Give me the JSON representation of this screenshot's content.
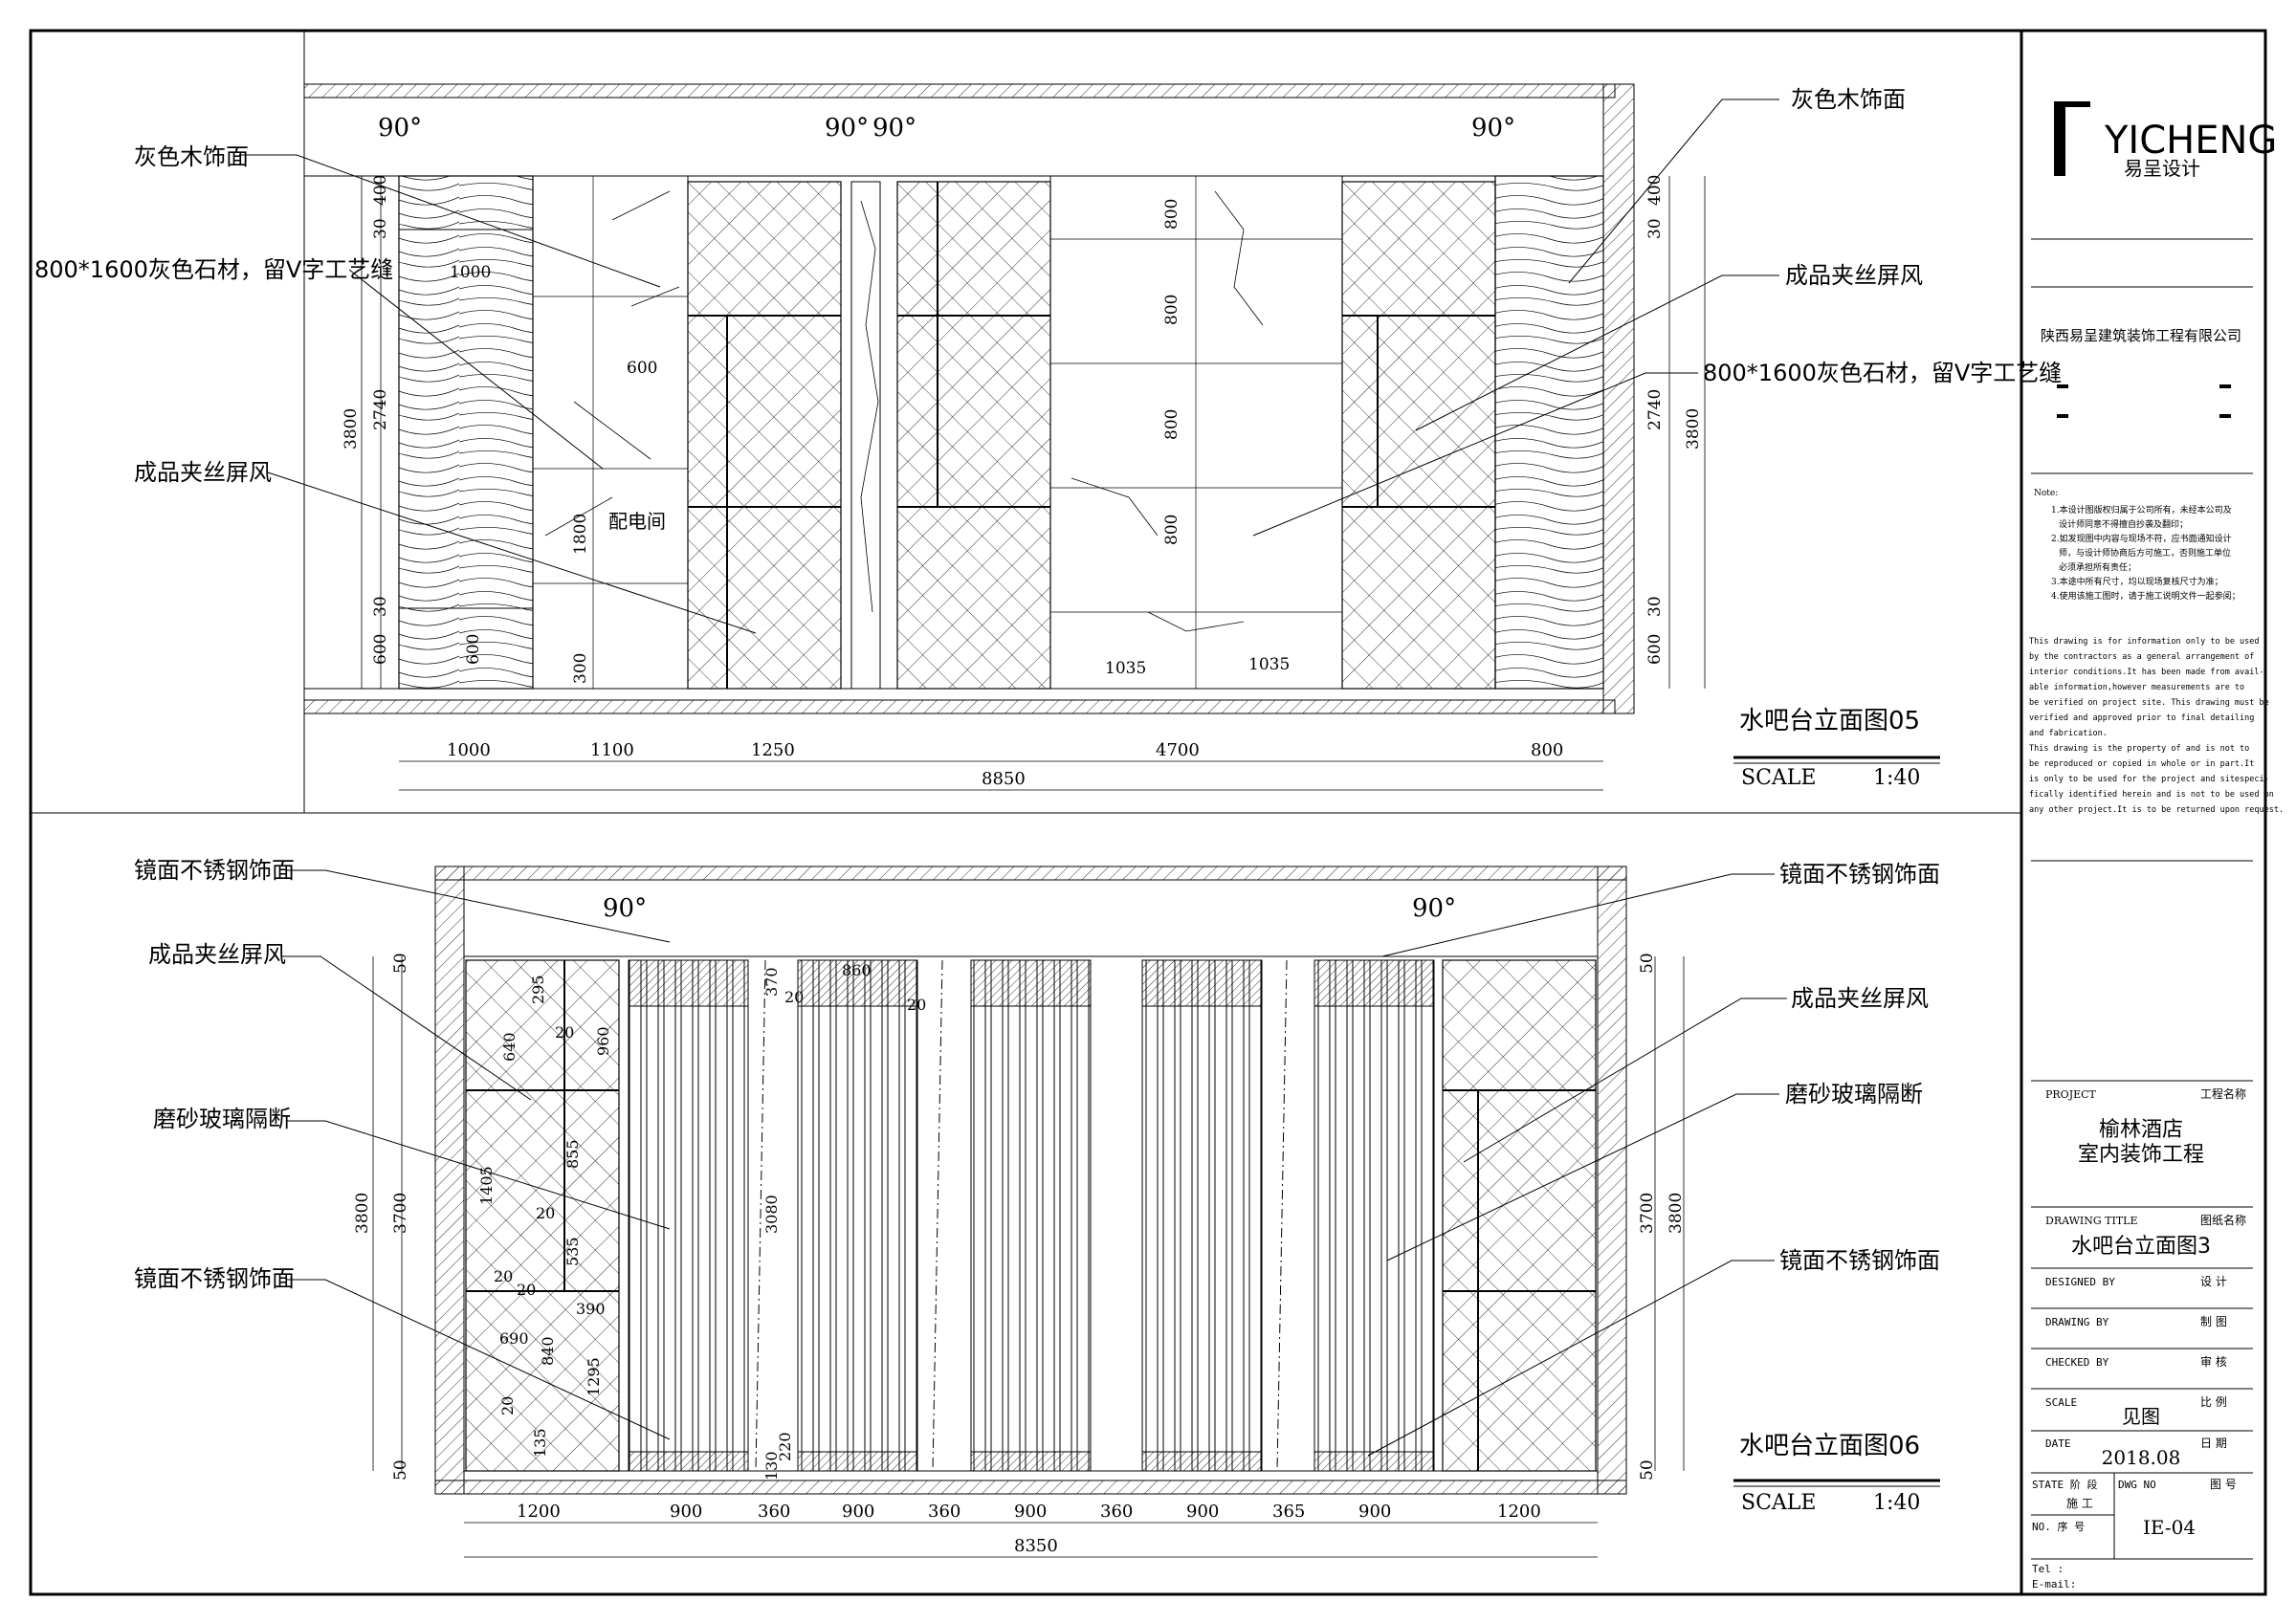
{
  "company": {
    "logo_text": "YICHENG",
    "logo_sub": "易呈设计",
    "name": "陕西易呈建筑装饰工程有限公司"
  },
  "notes_cn": {
    "title": "Note:",
    "lines": [
      "1.本设计图版权归属于公司所有，未经本公司及",
      "设计师同意不得擅自抄袭及翻印；",
      "2.如发现图中内容与现场不符，应书面通知设计",
      "师，与设计师协商后方可施工，否则施工单位",
      "必须承担所有责任；",
      "3.本途中所有尺寸，均以现场复核尺寸为准；",
      "4.使用该施工图时，请于施工说明文件一起参阅；"
    ]
  },
  "notes_en": [
    "This drawing is for information only to be used",
    "by the contractors as a general arrangement of",
    "interior conditions.It has been made from avail-",
    "able  information,however measurements are to",
    "be verified on project site. This drawing must be",
    "verified and approved prior to final detailing",
    "and fabrication.",
    "  This drawing is the property of and is not to",
    "be reproduced or copied in whole or in part.It",
    "is only to be used for the project  and sitespeci-",
    "fically  identified herein and is not to be used on",
    "any other project.It is to be returned upon request."
  ],
  "title_block": {
    "project_label": "PROJECT",
    "project_label_cn": "工程名称",
    "project_name_1": "榆林酒店",
    "project_name_2": "室内装饰工程",
    "drawing_title_label": "DRAWING TITLE",
    "drawing_title_label_cn": "图纸名称",
    "drawing_title": "水吧台立面图3",
    "designed_by": "DESIGNED  BY",
    "designed_cn": "设    计",
    "drawing_by": "DRAWING  BY",
    "drawing_cn": "制    图",
    "checked_by": "CHECKED  BY",
    "checked_cn": "审    核",
    "scale_label": "SCALE",
    "scale_cn": "比    例",
    "scale_value": "见图",
    "date_label": "DATE",
    "date_cn": "日    期",
    "date_value": "2018.08",
    "state_label": "STATE 阶   段",
    "state_value": "施   工",
    "dwg_label": "DWG NO",
    "dwg_cn": "图   号",
    "no_label": "NO.  序   号",
    "dwg_value": "IE-04",
    "tel": "Tel :",
    "email": "E-mail:"
  },
  "top_view": {
    "title": "水吧台立面图05",
    "scale_label": "SCALE",
    "scale_value": "1:40",
    "labels": {
      "wood_left": "灰色木饰面",
      "stone_left": "800*1600灰色石材，留V字工艺缝",
      "screen_left": "成品夹丝屏风",
      "wood_right": "灰色木饰面",
      "screen_right": "成品夹丝屏风",
      "stone_right": "800*1600灰色石材，留V字工艺缝",
      "room": "配电间"
    },
    "angles": [
      "90°",
      "90°",
      "90°",
      "90°"
    ],
    "dims_bottom": [
      "1000",
      "1100",
      "1250",
      "4700",
      "800"
    ],
    "dim_total": "8850",
    "dims_vertical_left": [
      "400",
      "30",
      "2740",
      "30",
      "600",
      "3800"
    ],
    "dims_inner": [
      "1000",
      "600",
      "1800",
      "300",
      "600",
      "800",
      "800",
      "800",
      "800",
      "1035",
      "1035"
    ],
    "dims_vertical_right": [
      "400",
      "30",
      "2740",
      "30",
      "600",
      "3800"
    ]
  },
  "bottom_view": {
    "title": "水吧台立面图06",
    "scale_label": "SCALE",
    "scale_value": "1:40",
    "labels": {
      "steel_left_top": "镜面不锈钢饰面",
      "screen_left": "成品夹丝屏风",
      "glass_left": "磨砂玻璃隔断",
      "steel_left_bottom": "镜面不锈钢饰面",
      "steel_right_top": "镜面不锈钢饰面",
      "screen_right": "成品夹丝屏风",
      "glass_right": "磨砂玻璃隔断",
      "steel_right_bottom": "镜面不锈钢饰面"
    },
    "angles": [
      "90°",
      "90°"
    ],
    "dims_bottom": [
      "1200",
      "900",
      "360",
      "900",
      "360",
      "900",
      "360",
      "900",
      "365",
      "900",
      "1200"
    ],
    "dim_total": "8350",
    "dims_inner": [
      "295",
      "640",
      "20",
      "960",
      "855",
      "20",
      "535",
      "1405",
      "20",
      "20",
      "390",
      "690",
      "840",
      "1295",
      "20",
      "135",
      "370",
      "20",
      "860",
      "20",
      "3080",
      "130",
      "220"
    ],
    "dims_vertical_left": [
      "50",
      "3700",
      "3800",
      "50"
    ],
    "dims_vertical_right": [
      "50",
      "3700",
      "3800",
      "50"
    ]
  }
}
